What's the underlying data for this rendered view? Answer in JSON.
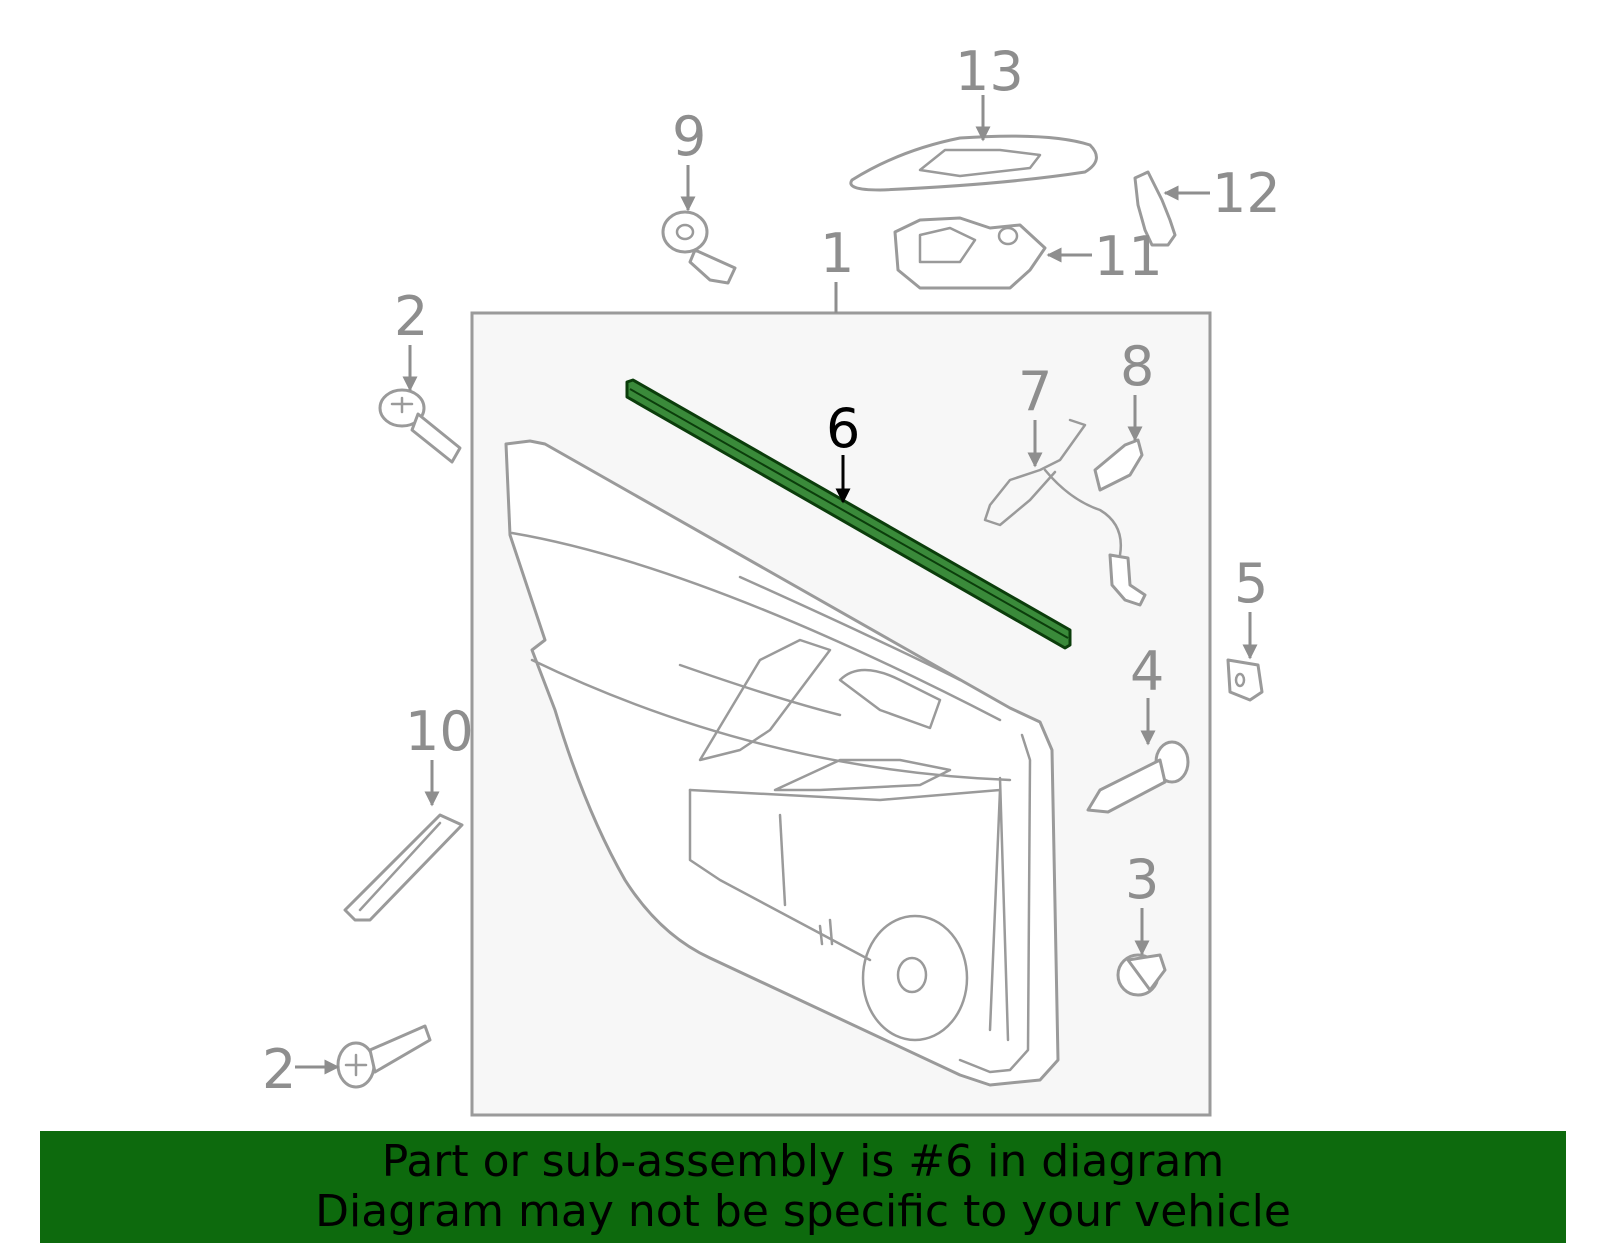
{
  "callouts": {
    "c1": "1",
    "c2a": "2",
    "c2b": "2",
    "c3": "3",
    "c4": "4",
    "c5": "5",
    "c6": "6",
    "c7": "7",
    "c8": "8",
    "c9": "9",
    "c10": "10",
    "c11": "11",
    "c12": "12",
    "c13": "13"
  },
  "highlight": {
    "part_number": "6",
    "color": "#2e7d32"
  },
  "banner": {
    "line1": "Part or sub-assembly is #6 in diagram",
    "line2": "Diagram may not be specific to your vehicle",
    "background": "#0d6a0d"
  }
}
